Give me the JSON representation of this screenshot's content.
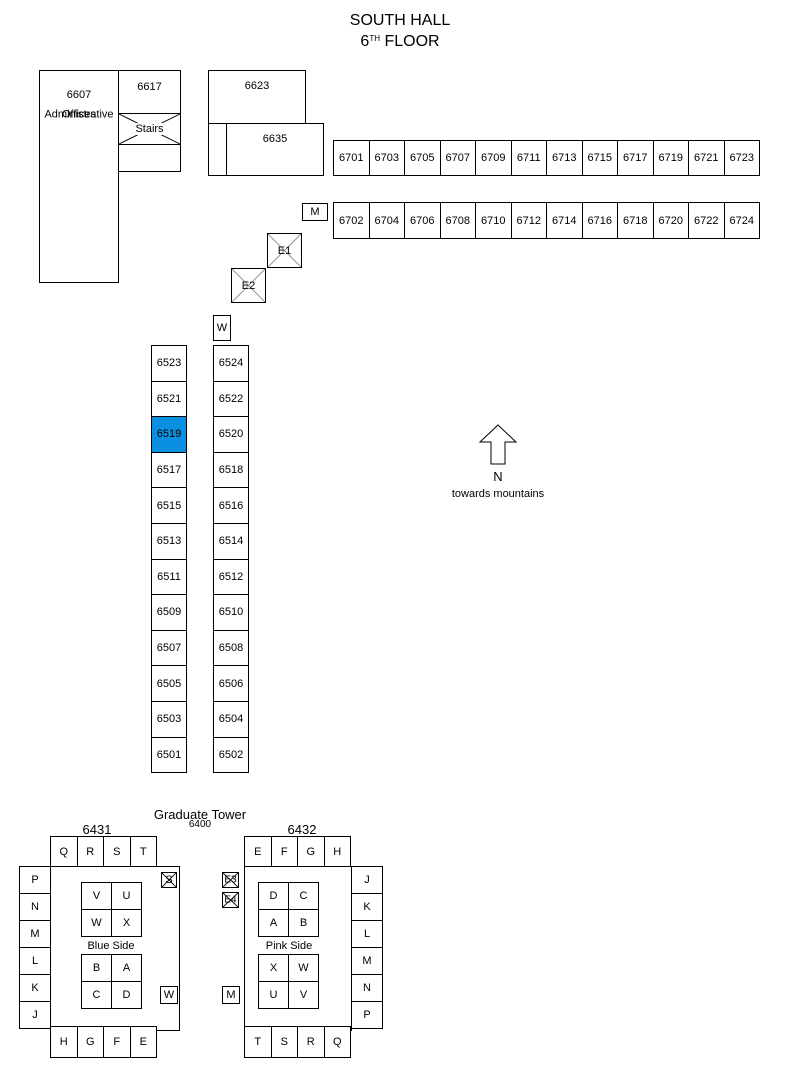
{
  "header": {
    "building": "SOUTH HALL",
    "floor_num": "6",
    "floor_suffix": "TH",
    "floor_word": " FLOOR"
  },
  "admin": {
    "room": "6607",
    "label_line1": "Administrative",
    "label_line2": "Offices"
  },
  "rooms_top": {
    "r6617": "6617",
    "stairs": "Stairs",
    "r6623": "6623",
    "r6635": "6635"
  },
  "wing_6700_north": [
    "6701",
    "6703",
    "6705",
    "6707",
    "6709",
    "6711",
    "6713",
    "6715",
    "6717",
    "6719",
    "6721",
    "6723"
  ],
  "wing_6700_south": [
    "6702",
    "6704",
    "6706",
    "6708",
    "6710",
    "6712",
    "6714",
    "6716",
    "6718",
    "6720",
    "6722",
    "6724"
  ],
  "restrooms": {
    "men": "M",
    "women": "W"
  },
  "elevators": {
    "e1": "E1",
    "e2": "E2",
    "e3": "E3",
    "e4": "E4"
  },
  "wing_6500_west": [
    "6523",
    "6521",
    "6519",
    "6517",
    "6515",
    "6513",
    "6511",
    "6509",
    "6507",
    "6505",
    "6503",
    "6501"
  ],
  "wing_6500_east": [
    "6524",
    "6522",
    "6520",
    "6518",
    "6516",
    "6514",
    "6512",
    "6510",
    "6508",
    "6506",
    "6504",
    "6502"
  ],
  "highlighted_room": "6519",
  "highlight_color": "#0b8fe0",
  "compass": {
    "letter": "N",
    "caption": "towards mountains"
  },
  "grad_tower": {
    "title": "Graduate Tower",
    "number": "6400",
    "blue": {
      "room": "6431",
      "side_label": "Blue Side",
      "top": [
        "Q",
        "R",
        "S",
        "T"
      ],
      "left": [
        "P",
        "N",
        "M",
        "L",
        "K",
        "J"
      ],
      "bottom": [
        "H",
        "G",
        "F",
        "E"
      ],
      "pod_upper": [
        "V",
        "U",
        "W",
        "X"
      ],
      "pod_lower": [
        "B",
        "A",
        "C",
        "D"
      ],
      "stairs": "S",
      "women": "W"
    },
    "pink": {
      "room": "6432",
      "side_label": "Pink Side",
      "top": [
        "E",
        "F",
        "G",
        "H"
      ],
      "right": [
        "J",
        "K",
        "L",
        "M",
        "N",
        "P"
      ],
      "bottom": [
        "T",
        "S",
        "R",
        "Q"
      ],
      "pod_upper": [
        "D",
        "C",
        "A",
        "B"
      ],
      "pod_lower": [
        "X",
        "W",
        "U",
        "V"
      ],
      "men": "M"
    }
  }
}
